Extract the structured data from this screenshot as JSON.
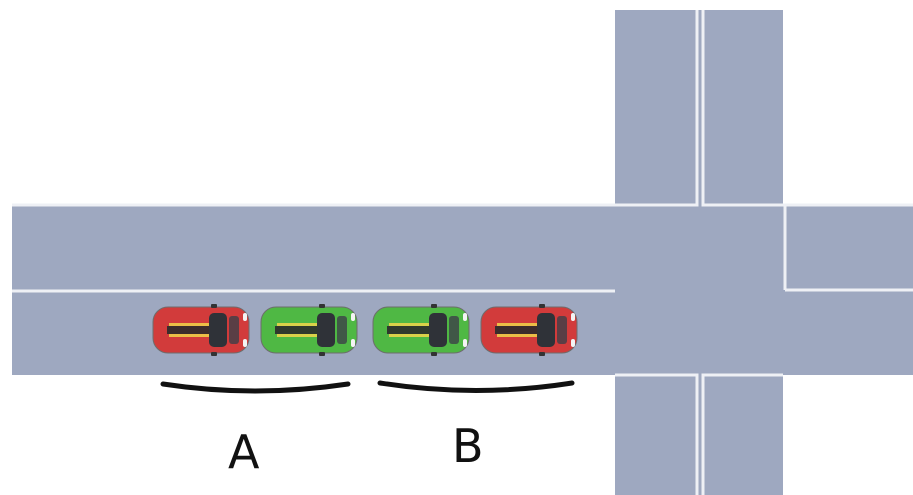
{
  "colors": {
    "background": "#ffffff",
    "road": "#9ea8c0",
    "lane_marking": "#eef0f5",
    "red_car": "#d23b3b",
    "green_car": "#4fb844",
    "bracket": "#111111"
  },
  "cars": [
    {
      "color": "red",
      "icon": "car-icon",
      "group": "A"
    },
    {
      "color": "green",
      "icon": "car-icon",
      "group": "A"
    },
    {
      "color": "green",
      "icon": "car-icon",
      "group": "B"
    },
    {
      "color": "red",
      "icon": "car-icon",
      "group": "B"
    }
  ],
  "groups": [
    {
      "label": "A"
    },
    {
      "label": "B"
    }
  ]
}
